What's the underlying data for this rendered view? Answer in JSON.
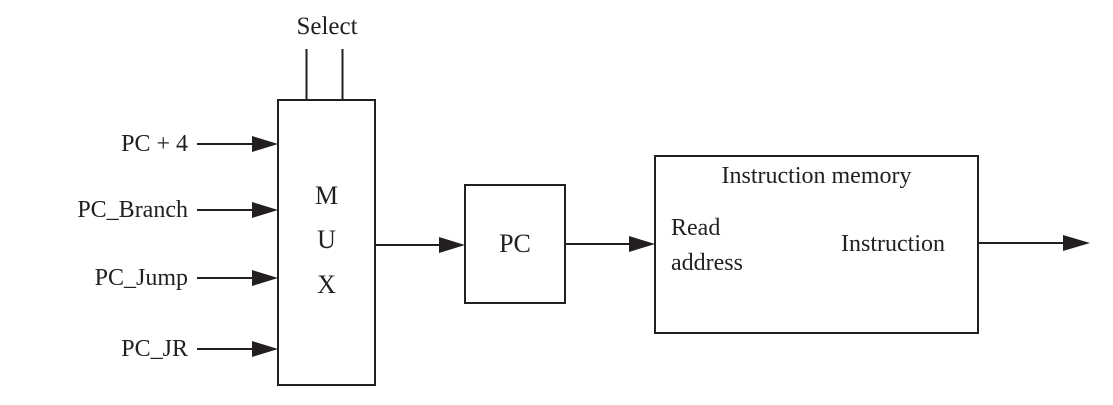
{
  "diagram": {
    "background_color": "#ffffff",
    "ink_color": "#231f20",
    "select_label": "Select",
    "inputs": [
      {
        "label": "PC + 4"
      },
      {
        "label": "PC_Branch"
      },
      {
        "label": "PC_Jump"
      },
      {
        "label": "PC_JR"
      }
    ],
    "mux": {
      "letters": [
        "M",
        "U",
        "X"
      ]
    },
    "pc": {
      "label": "PC"
    },
    "instruction_memory": {
      "title": "Instruction memory",
      "input_port": [
        "Read",
        "address"
      ],
      "output_port": "Instruction"
    }
  }
}
